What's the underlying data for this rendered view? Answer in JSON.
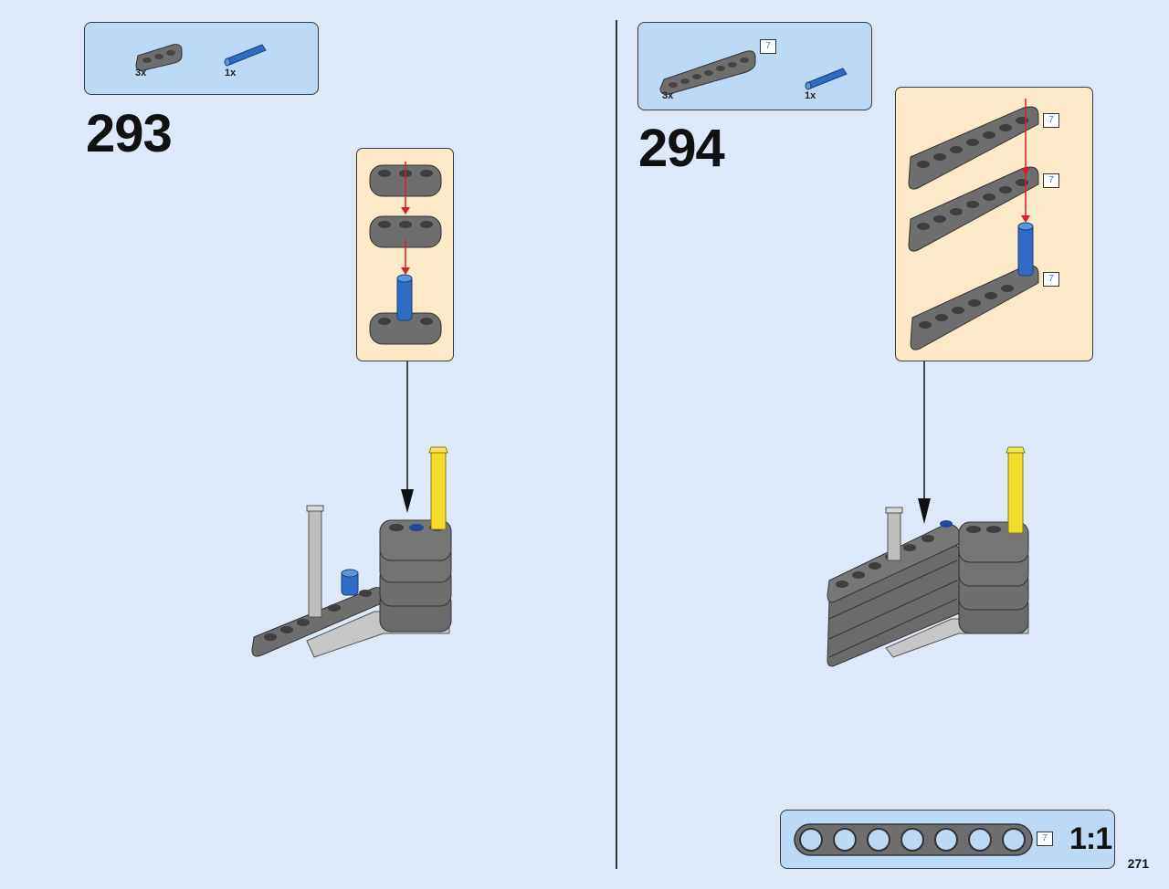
{
  "page": {
    "number": "271"
  },
  "colors": {
    "background": "#dde9f8",
    "parts_box": "#bcd9f5",
    "callout": "#fbe9c7",
    "dark_gray": "#6e6e6e",
    "light_gray": "#c6c6c6",
    "blue_pin": "#2f6bc4",
    "yellow_axle": "#f2dd2a",
    "arrow_red": "#d21f2b"
  },
  "step_293": {
    "number": "293",
    "parts": [
      {
        "name": "beam-3-dark-gray",
        "qty": "3x"
      },
      {
        "name": "pin-with-axle-blue",
        "qty": "1x"
      }
    ]
  },
  "step_294": {
    "number": "294",
    "parts": [
      {
        "name": "beam-7-dark-gray",
        "qty": "3x",
        "length": "7"
      },
      {
        "name": "pin-with-axle-blue",
        "qty": "1x"
      }
    ],
    "callout_lengths": [
      "7",
      "7",
      "7"
    ]
  },
  "scale_box": {
    "length": "7",
    "label": "1:1"
  }
}
